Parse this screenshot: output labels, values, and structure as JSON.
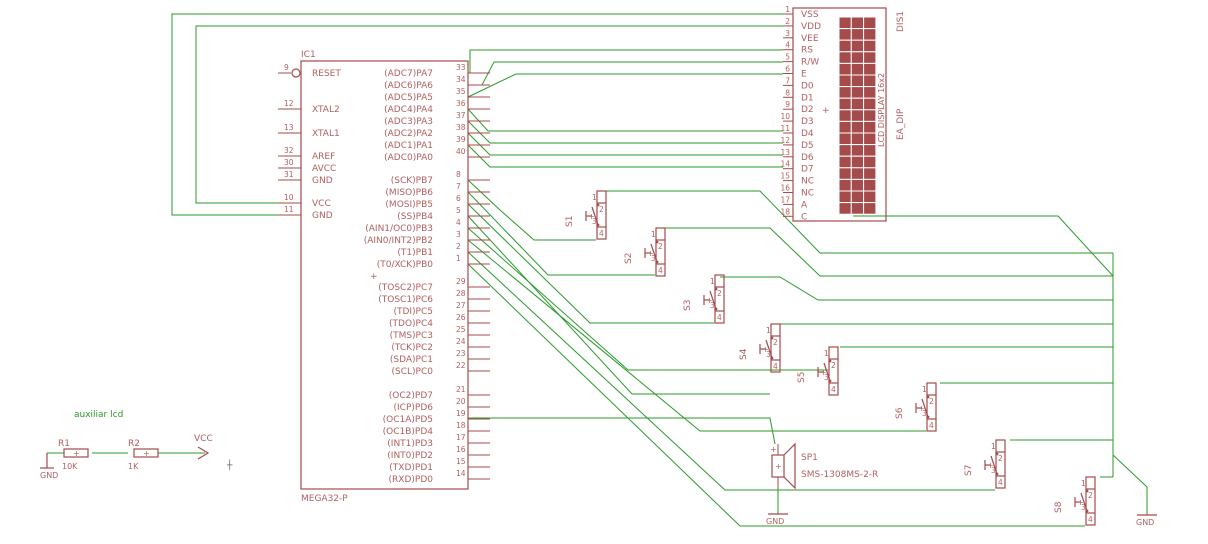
{
  "ic": {
    "name": "IC1",
    "value": "MEGA32-P",
    "left_pins": [
      {
        "num": "9",
        "label": "RESET",
        "inverted": true
      },
      {
        "num": "12",
        "label": "XTAL2"
      },
      {
        "num": "13",
        "label": "XTAL1"
      },
      {
        "num": "32",
        "label": "AREF"
      },
      {
        "num": "30",
        "label": "AVCC"
      },
      {
        "num": "31",
        "label": "GND"
      },
      {
        "num": "10",
        "label": "VCC"
      },
      {
        "num": "11",
        "label": "GND"
      }
    ],
    "right_pins": [
      {
        "num": "33",
        "label": "(ADC7)PA7"
      },
      {
        "num": "34",
        "label": "(ADC6)PA6"
      },
      {
        "num": "35",
        "label": "(ADC5)PA5"
      },
      {
        "num": "36",
        "label": "(ADC4)PA4"
      },
      {
        "num": "37",
        "label": "(ADC3)PA3"
      },
      {
        "num": "38",
        "label": "(ADC2)PA2"
      },
      {
        "num": "39",
        "label": "(ADC1)PA1"
      },
      {
        "num": "40",
        "label": "(ADC0)PA0"
      },
      {
        "num": "8",
        "label": "(SCK)PB7"
      },
      {
        "num": "7",
        "label": "(MISO)PB6"
      },
      {
        "num": "6",
        "label": "(MOSI)PB5"
      },
      {
        "num": "5",
        "label": "(SS)PB4"
      },
      {
        "num": "4",
        "label": "(AIN1/OC0)PB3"
      },
      {
        "num": "3",
        "label": "(AIN0/INT2)PB2"
      },
      {
        "num": "2",
        "label": "(T1)PB1"
      },
      {
        "num": "1",
        "label": "(T0/XCK)PB0"
      },
      {
        "num": "29",
        "label": "(TOSC2)PC7"
      },
      {
        "num": "28",
        "label": "(TOSC1)PC6"
      },
      {
        "num": "27",
        "label": "(TDI)PC5"
      },
      {
        "num": "26",
        "label": "(TDO)PC4"
      },
      {
        "num": "25",
        "label": "(TMS)PC3"
      },
      {
        "num": "24",
        "label": "(TCK)PC2"
      },
      {
        "num": "23",
        "label": "(SDA)PC1"
      },
      {
        "num": "22",
        "label": "(SCL)PC0"
      },
      {
        "num": "21",
        "label": "(OC2)PD7"
      },
      {
        "num": "20",
        "label": "(ICP)PD6"
      },
      {
        "num": "19",
        "label": "(OC1A)PD5"
      },
      {
        "num": "18",
        "label": "(OC1B)PD4"
      },
      {
        "num": "17",
        "label": "(INT1)PD3"
      },
      {
        "num": "16",
        "label": "(INT0)PD2"
      },
      {
        "num": "15",
        "label": "(TXD)PD1"
      },
      {
        "num": "14",
        "label": "(RXD)PD0"
      }
    ]
  },
  "lcd": {
    "name": "DIS1",
    "value": "LCD DISPLAY 16x2",
    "package": "EA_DIP",
    "pins": [
      {
        "num": "1",
        "label": "VSS"
      },
      {
        "num": "2",
        "label": "VDD"
      },
      {
        "num": "3",
        "label": "VEE"
      },
      {
        "num": "4",
        "label": "RS"
      },
      {
        "num": "5",
        "label": "R/W"
      },
      {
        "num": "6",
        "label": "E"
      },
      {
        "num": "7",
        "label": "D0"
      },
      {
        "num": "8",
        "label": "D1"
      },
      {
        "num": "9",
        "label": "D2"
      },
      {
        "num": "10",
        "label": "D3"
      },
      {
        "num": "11",
        "label": "D4"
      },
      {
        "num": "12",
        "label": "D5"
      },
      {
        "num": "13",
        "label": "D6"
      },
      {
        "num": "14",
        "label": "D7"
      },
      {
        "num": "15",
        "label": "NC"
      },
      {
        "num": "16",
        "label": "NC"
      },
      {
        "num": "17",
        "label": "A"
      },
      {
        "num": "18",
        "label": "C"
      }
    ]
  },
  "switches": [
    {
      "name": "S1",
      "pins": [
        "1",
        "2",
        "3",
        "4"
      ]
    },
    {
      "name": "S2",
      "pins": [
        "1",
        "2",
        "3",
        "4"
      ]
    },
    {
      "name": "S3",
      "pins": [
        "1",
        "2",
        "3",
        "4"
      ]
    },
    {
      "name": "S4",
      "pins": [
        "1",
        "2",
        "3",
        "4"
      ]
    },
    {
      "name": "S5",
      "pins": [
        "1",
        "2",
        "3",
        "4"
      ]
    },
    {
      "name": "S6",
      "pins": [
        "1",
        "2",
        "3",
        "4"
      ]
    },
    {
      "name": "S7",
      "pins": [
        "1",
        "2",
        "3",
        "4"
      ]
    },
    {
      "name": "S8",
      "pins": [
        "1",
        "2",
        "3",
        "4"
      ]
    }
  ],
  "speaker": {
    "name": "SP1",
    "value": "SMS-1308MS-2-R"
  },
  "resistors": [
    {
      "name": "R1",
      "value": "10K"
    },
    {
      "name": "R2",
      "value": "1K"
    }
  ],
  "supplies": {
    "vcc": "VCC",
    "gnd": "GND"
  },
  "note": "auxiliar lcd",
  "colors": {
    "part": "#a54b4b",
    "net": "#2a9a2a",
    "background": "#ffffff"
  }
}
